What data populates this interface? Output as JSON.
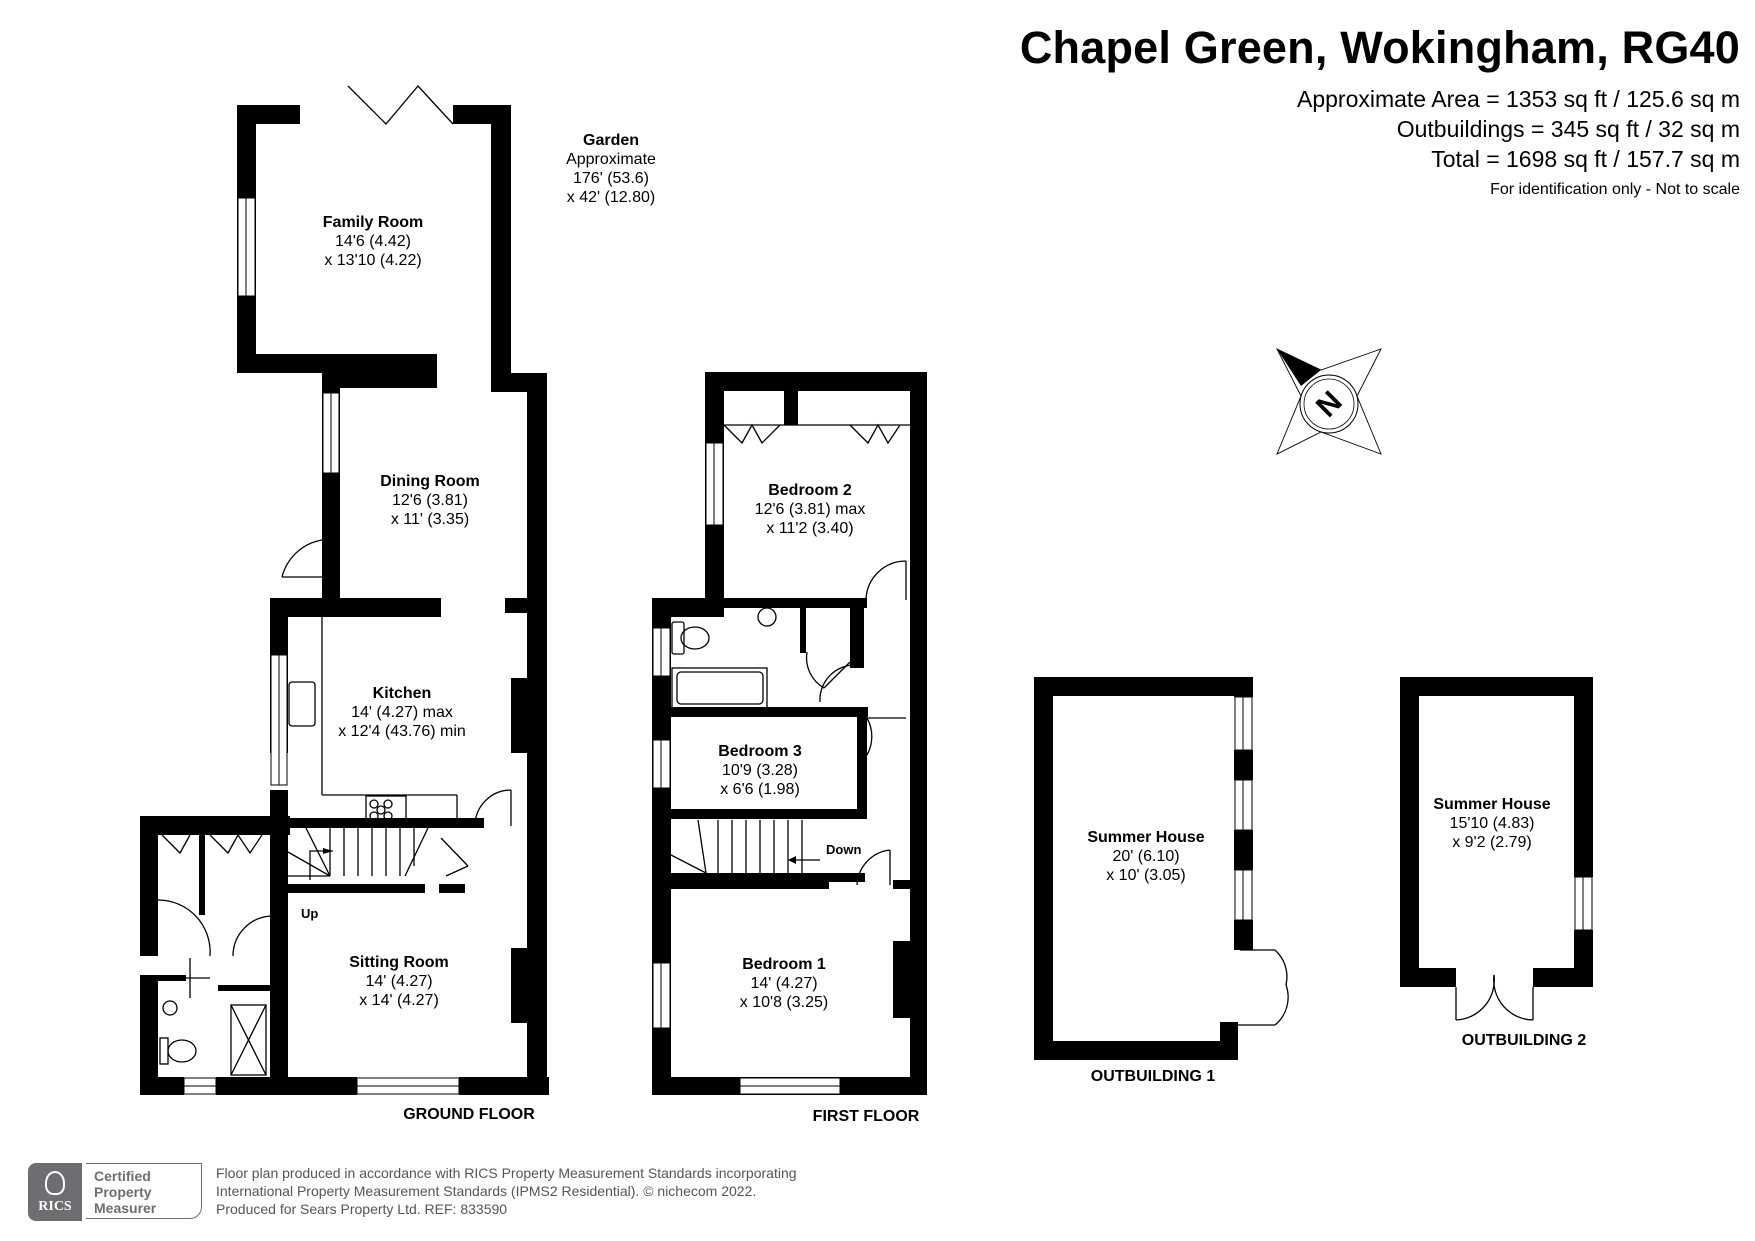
{
  "header": {
    "title": "Chapel Green, Wokingham, RG40",
    "areas": [
      "Approximate Area = 1353 sq ft / 125.6 sq m",
      "Outbuildings = 345 sq ft / 32 sq m",
      "Total = 1698 sq ft / 157.7 sq m"
    ],
    "disclaimer": "For identification only - Not to scale"
  },
  "garden": {
    "name": "Garden",
    "line1": "Approximate",
    "line2": "176' (53.6)",
    "line3": "x 42' (12.80)"
  },
  "ground_floor": {
    "label": "GROUND FLOOR",
    "stair_label": "Up",
    "rooms": [
      {
        "name": "Family Room",
        "dim1": "14'6 (4.42)",
        "dim2": "x 13'10 (4.22)"
      },
      {
        "name": "Dining Room",
        "dim1": "12'6 (3.81)",
        "dim2": "x 11' (3.35)"
      },
      {
        "name": "Kitchen",
        "dim1": "14' (4.27) max",
        "dim2": "x 12'4 (43.76) min"
      },
      {
        "name": "Sitting Room",
        "dim1": "14' (4.27)",
        "dim2": "x 14' (4.27)"
      }
    ]
  },
  "first_floor": {
    "label": "FIRST FLOOR",
    "stair_label": "Down",
    "rooms": [
      {
        "name": "Bedroom 2",
        "dim1": "12'6 (3.81) max",
        "dim2": "x 11'2 (3.40)"
      },
      {
        "name": "Bedroom 3",
        "dim1": "10'9 (3.28)",
        "dim2": "x 6'6 (1.98)"
      },
      {
        "name": "Bedroom 1",
        "dim1": "14' (4.27)",
        "dim2": "x 10'8 (3.25)"
      }
    ]
  },
  "outbuildings": [
    {
      "label": "OUTBUILDING 1",
      "name": "Summer House",
      "dim1": "20' (6.10)",
      "dim2": "x 10' (3.05)"
    },
    {
      "label": "OUTBUILDING 2",
      "name": "Summer House",
      "dim1": "15'10 (4.83)",
      "dim2": "x 9'2 (2.79)"
    }
  ],
  "compass": {
    "icon": "compass-north-icon",
    "letter": "N"
  },
  "footer": {
    "badge": {
      "org": "RICS",
      "line1": "Certified",
      "line2": "Property",
      "line3": "Measurer"
    },
    "lines": [
      "Floor plan produced in accordance with RICS Property Measurement Standards incorporating",
      "International Property Measurement Standards (IPMS2 Residential).   © nichecom 2022.",
      "Produced for Sears Property Ltd.   REF: 833590"
    ]
  },
  "colors": {
    "wall": "#000000",
    "background": "#ffffff",
    "footer_grey": "#6d6e71"
  }
}
